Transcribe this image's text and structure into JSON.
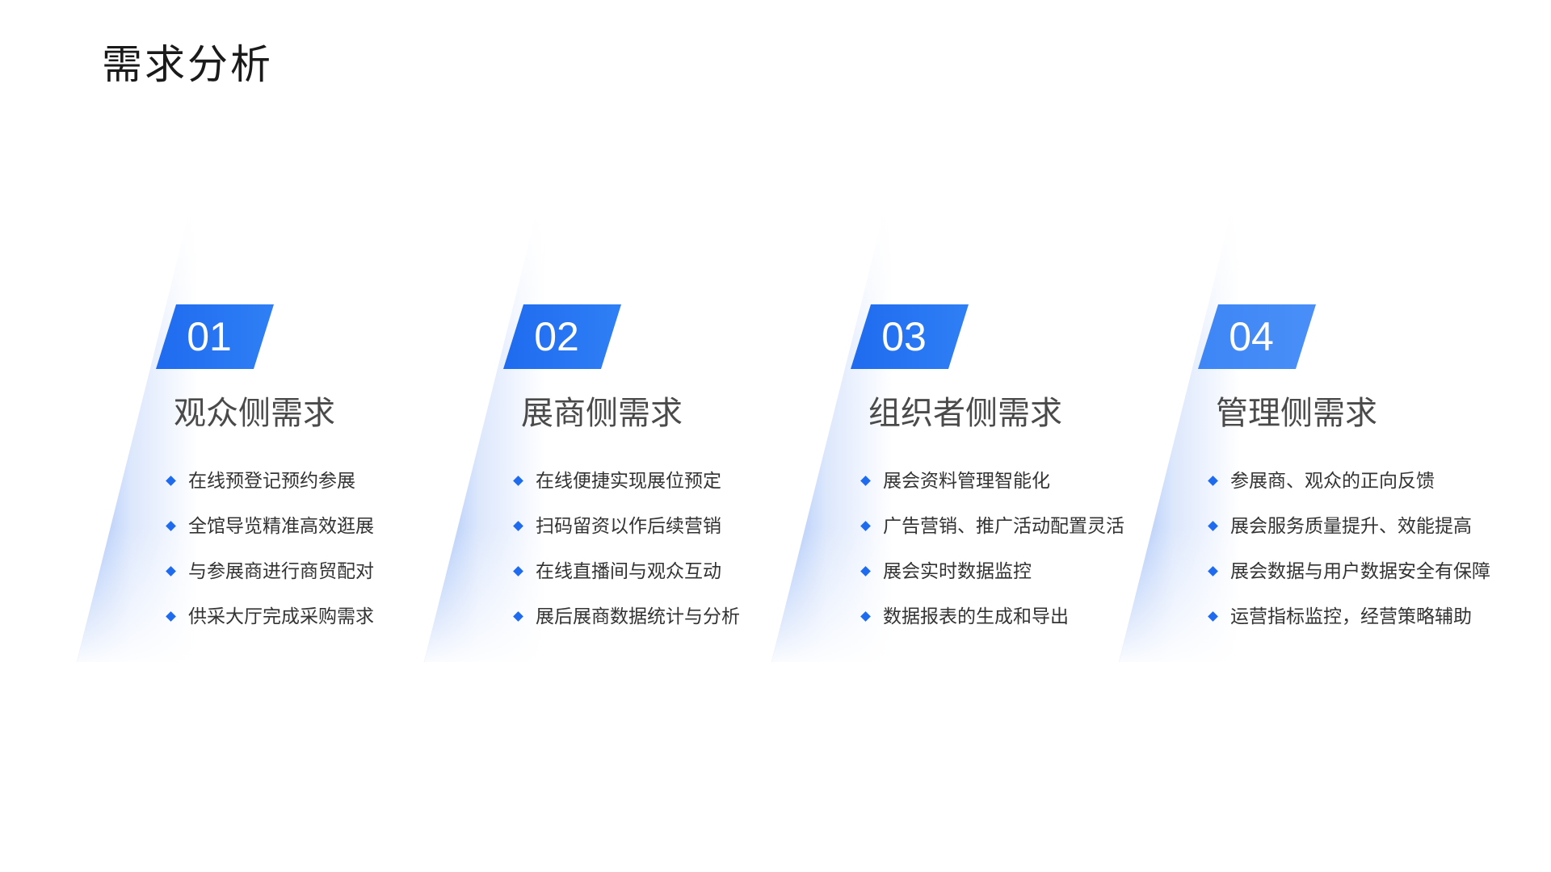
{
  "title": "需求分析",
  "columns": [
    {
      "number": "01",
      "heading": "观众侧需求",
      "items": [
        "在线预登记预约参展",
        "全馆导览精准高效逛展",
        "与参展商进行商贸配对",
        "供采大厅完成采购需求"
      ]
    },
    {
      "number": "02",
      "heading": "展商侧需求",
      "items": [
        "在线便捷实现展位预定",
        "扫码留资以作后续营销",
        "在线直播间与观众互动",
        "展后展商数据统计与分析"
      ]
    },
    {
      "number": "03",
      "heading": "组织者侧需求",
      "items": [
        "展会资料管理智能化",
        "广告营销、推广活动配置灵活",
        "展会实时数据监控",
        "数据报表的生成和导出"
      ]
    },
    {
      "number": "04",
      "heading": "管理侧需求",
      "items": [
        "参展商、观众的正向反馈",
        "展会服务质量提升、效能提高",
        "展会数据与用户数据安全有保障",
        "运营指标监控，经营策略辅助"
      ]
    }
  ],
  "colors": {
    "accent": "#1f6bf0",
    "badge_light": "#3d86f6",
    "heading_text": "#4a4a4a",
    "body_text": "#333333"
  },
  "icons": {
    "bullet": "diamond-bullet-icon"
  }
}
